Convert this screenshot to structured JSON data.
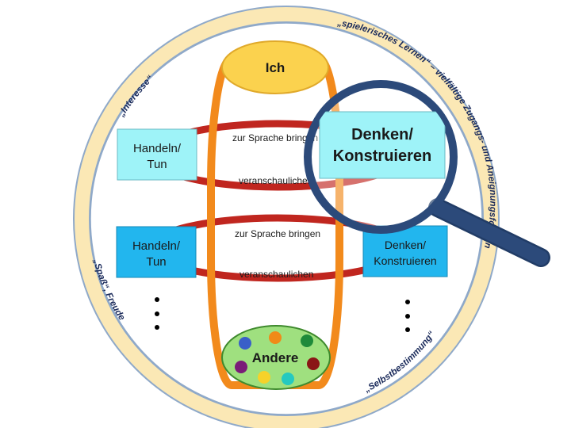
{
  "diagram": {
    "ich_label": "Ich",
    "andere_label": "Andere",
    "top_left_box": [
      "Handeln/",
      "Tun"
    ],
    "mid_left_box": [
      "Handeln/",
      "Tun"
    ],
    "mid_right_box": [
      "Denken/",
      "Konstruieren"
    ],
    "magnified_box": [
      "Denken/",
      "Konstruieren"
    ],
    "ring1_top_label": "zur Sprache bringen",
    "ring1_bottom_label": "veranschaulichen",
    "ring2_top_label": "zur Sprache bringen",
    "ring2_bottom_label": "veranschaulichen",
    "arc_interesse": "„Interesse“",
    "arc_spielerisch": "„spielerisches Lernen“ – vielfältige Zugangs- und Aneignungsformen",
    "arc_spass": "„Spaß“, Freude",
    "arc_selbstbestimmung": "„Selbstbestimmung“"
  },
  "colors": {
    "outer_band": "#fbe8b5",
    "outer_band_edge": "#8fa9c9",
    "ich_fill": "#fbd24e",
    "andere_fill": "#9fe07f",
    "orange_loop": "#f28a1c",
    "red_ring": "#c0261f",
    "light_box": "#9ef3f8",
    "mid_box": "#22b6ee",
    "magnifier_frame": "#2c4a7a",
    "dots": [
      "#3a5fc8",
      "#f08a18",
      "#1f8a3a",
      "#7a1d78",
      "#f6d22a",
      "#25c9c0",
      "#8a1616"
    ]
  },
  "icons": [
    "magnifying-glass-icon",
    "vertical-ellipsis-icon"
  ]
}
